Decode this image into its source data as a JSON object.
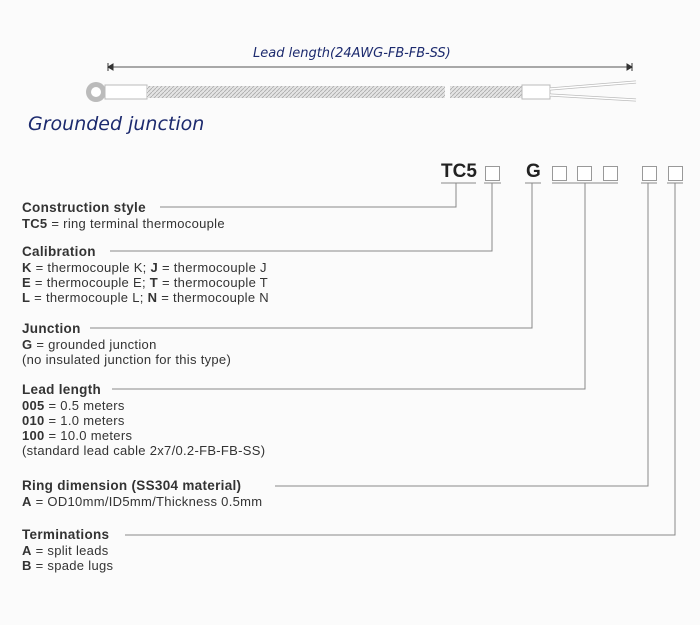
{
  "drawing": {
    "dimension_label": "Lead length(24AWG-FB-FB-SS)",
    "caption": "Grounded junction"
  },
  "code": {
    "prefix": "TC5",
    "junction_letter": "G"
  },
  "sections": [
    {
      "title": "Construction style",
      "lines": [
        {
          "k": "TC5",
          "v": " = ring terminal thermocouple"
        }
      ]
    },
    {
      "title": "Calibration",
      "lines": [
        {
          "k": "K",
          "v": " = thermocouple K; ",
          "k2": "J",
          "v2": " = thermocouple J"
        },
        {
          "k": "E",
          "v": " = thermocouple E; ",
          "k2": "T",
          "v2": " = thermocouple T"
        },
        {
          "k": "L",
          "v": " = thermocouple L; ",
          "k2": "N",
          "v2": " = thermocouple N"
        }
      ]
    },
    {
      "title": "Junction",
      "lines": [
        {
          "k": "G",
          "v": " = grounded junction"
        },
        {
          "k": "",
          "v": "(no insulated junction for this type)"
        }
      ]
    },
    {
      "title": "Lead length",
      "lines": [
        {
          "k": "005",
          "v": " = 0.5 meters"
        },
        {
          "k": "010",
          "v": " = 1.0 meters"
        },
        {
          "k": "100",
          "v": " = 10.0 meters"
        },
        {
          "k": "",
          "v": "(standard lead cable 2x7/0.2-FB-FB-SS)"
        }
      ]
    },
    {
      "title": "Ring dimension (SS304 material)",
      "lines": [
        {
          "k": "A",
          "v": " = OD10mm/ID5mm/Thickness 0.5mm"
        }
      ]
    },
    {
      "title": "Terminations",
      "lines": [
        {
          "k": "A",
          "v": " = split leads"
        },
        {
          "k": "B",
          "v": " = spade lugs"
        }
      ]
    }
  ]
}
